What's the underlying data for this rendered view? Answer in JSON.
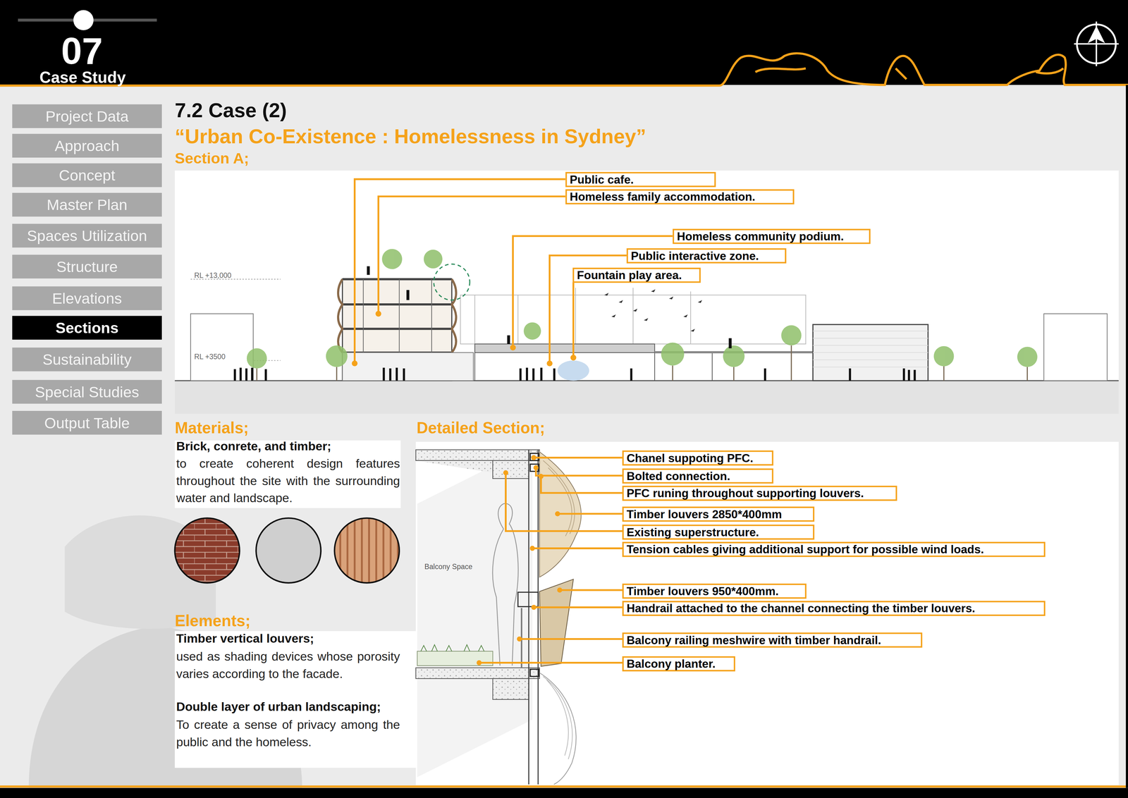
{
  "diagram": {
    "title": "7.2 Case (2)",
    "nodes": [
      {
        "text": [
          "Project Data"
        ]
      },
      {
        "text": [
          "Approach"
        ]
      },
      {
        "text": [
          "Concept"
        ]
      },
      {
        "text": [
          "Master Plan"
        ]
      },
      {
        "text": [
          "Spaces Utilization"
        ]
      },
      {
        "text": [
          "Structure"
        ]
      },
      {
        "text": [
          "Elevations"
        ]
      },
      {
        "text": [
          "Sections"
        ]
      },
      {
        "text": [
          "Sustainability"
        ]
      },
      {
        "text": [
          "Special Studies"
        ]
      },
      {
        "text": [
          "Output Table"
        ]
      },
      {
        "text": [
          "Public cafe."
        ]
      },
      {
        "text": [
          "Homeless family accommodation."
        ]
      },
      {
        "text": [
          "Homeless community podium."
        ]
      },
      {
        "text": [
          "Public interactive zone."
        ]
      },
      {
        "text": [
          "Fountain play area."
        ]
      },
      {
        "text": [
          "Chanel suppoting PFC."
        ]
      },
      {
        "text": [
          "Bolted connection."
        ]
      },
      {
        "text": [
          "PFC runing throughout supporting louvers."
        ]
      },
      {
        "text": [
          "Timber louvers 2850*400mm"
        ]
      },
      {
        "text": [
          "Existing superstructure."
        ]
      },
      {
        "text": [
          "Tension cables giving additional support for possible wind loads."
        ]
      },
      {
        "text": [
          "Timber louvers 950*400mm."
        ]
      },
      {
        "text": [
          "Handrail attached to the channel connecting the timber louvers."
        ]
      },
      {
        "text": [
          "Balcony railing meshwire with timber handrail."
        ]
      },
      {
        "text": [
          "Balcony planter."
        ]
      }
    ],
    "labels": [
      "07",
      "Case Study",
      "“Urban Co-Existence : Homelessness in Sydney”",
      "Section A;",
      "RL +13,000",
      "RL +3500",
      "Materials;",
      "Brick, conrete, and timber;",
      "to create coherent design features throughout the site with the surrounding water and landscape.",
      "Detailed Section;",
      "Balcony Space",
      "Elements;",
      "Timber vertical louvers;",
      "used as shading devices whose porosity varies according to the facade.",
      "Double layer of urban landscaping;",
      "To create a sense of privacy among the public and the homeless."
    ]
  }
}
